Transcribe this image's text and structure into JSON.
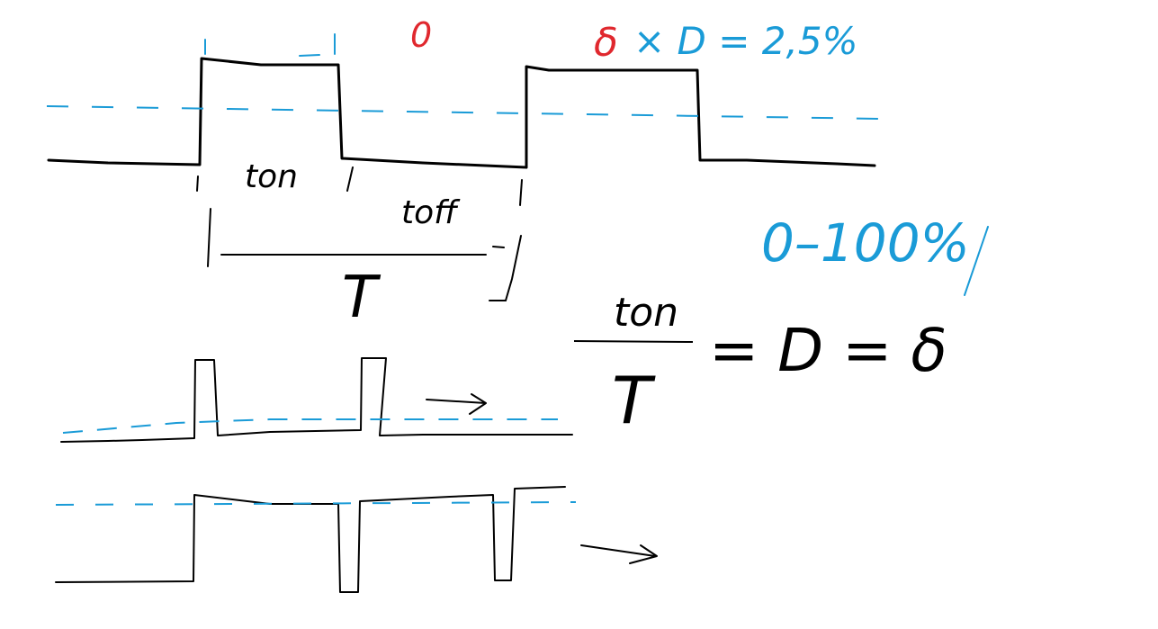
{
  "colors": {
    "ink": "#000000",
    "reference_blue": "#1a9bd7",
    "accent_red": "#e0282e",
    "background": "#ffffff"
  },
  "labels": {
    "t_on": "ton",
    "t_off": "toff",
    "period": "T",
    "formula_numerator": "ton",
    "formula_denominator": "T",
    "formula_rhs": "= D = δ",
    "range": "0–100%",
    "red_marker": "0",
    "red_symbol": "δ",
    "example": "× D = 2,5%"
  }
}
